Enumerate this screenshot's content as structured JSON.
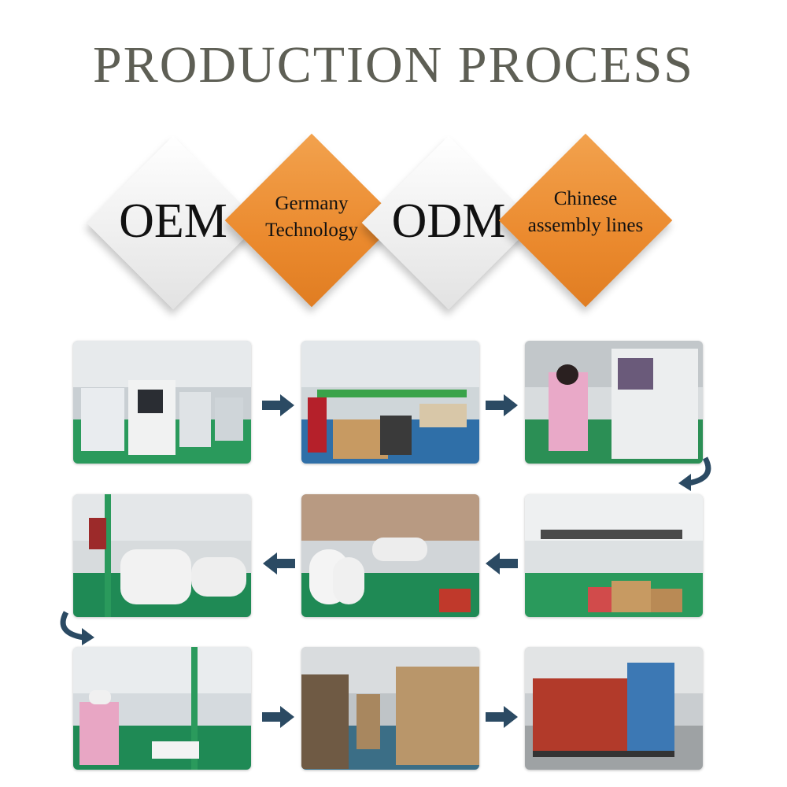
{
  "title": "PRODUCTION PROCESS",
  "diamonds": [
    {
      "label": "OEM"
    },
    {
      "label_line1": "Germany",
      "label_line2": "Technology"
    },
    {
      "label": "ODM"
    },
    {
      "label_line1": "Chinese",
      "label_line2": "assembly lines"
    }
  ],
  "colors": {
    "title": "#5e5f55",
    "orange": "#eb8a2e",
    "arrow": "#2b4a63",
    "factory_floor_green": "#1f8a55"
  },
  "photos": [
    {
      "subject": "SMT machines in factory hall"
    },
    {
      "subject": "Packing line with workers"
    },
    {
      "subject": "Worker at AOI inspection machine"
    },
    {
      "subject": "Assembly line with white camera units"
    },
    {
      "subject": "Camera units on assembly conveyor"
    },
    {
      "subject": "Workshop with cartons and workstations"
    },
    {
      "subject": "Workers assembling products"
    },
    {
      "subject": "Warehouse with stacked cartons"
    },
    {
      "subject": "Loading shipping container truck"
    }
  ]
}
